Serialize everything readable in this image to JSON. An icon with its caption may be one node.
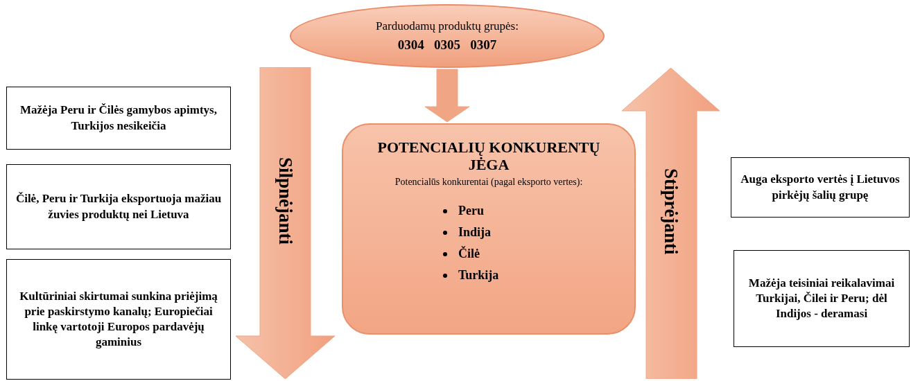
{
  "diagram": {
    "nodes": [
      {
        "text": [
          "Parduodamų produktų grupės:",
          "0304   0305   0307"
        ]
      },
      {
        "text": [
          "Mažėja Peru ir Čilės gamybos apimtys, Turkijos nesikeičia"
        ]
      },
      {
        "text": [
          "Čilė, Peru ir Turkija eksportuoja mažiau žuvies produktų nei Lietuva"
        ]
      },
      {
        "text": [
          "Kultūriniai skirtumai sunkina priėjimą prie paskirstymo kanalų; Europiečiai linkę vartotoji Europos pardavėjų gaminius"
        ]
      },
      {
        "text": [
          "Silpnėjanti"
        ]
      },
      {
        "text": [
          "POTENCIALIŲ KONKURENTŲ JĖGA",
          "Potencialūs konkurentai (pagal eksporto vertes):",
          "Peru",
          "Indija",
          "Čilė",
          "Turkija"
        ]
      },
      {
        "text": [
          "Stiprėjanti"
        ]
      },
      {
        "text": [
          "Auga eksporto vertės į Lietuvos pirkėjų šalių grupę"
        ]
      },
      {
        "text": [
          "Mažėja teisiniai reikalavimai Turkijai, Čilei ir Peru; dėl Indijos - deramasi"
        ]
      }
    ],
    "edges": [
      {
        "from": 0,
        "to": 5,
        "arrow": "to",
        "style": "thick"
      }
    ]
  }
}
